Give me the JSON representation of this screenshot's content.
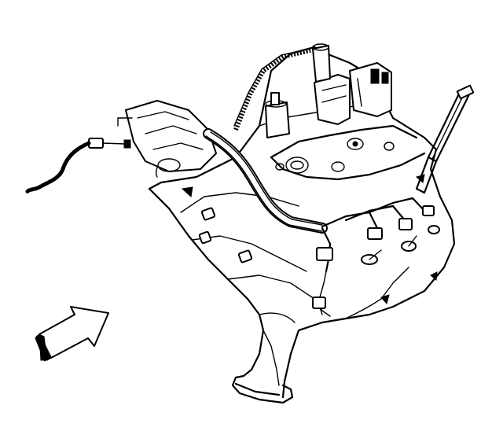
{
  "diagram": {
    "background": "#ffffff",
    "line_color": "#000000",
    "parts": [
      "engine-block",
      "intake-manifold",
      "exhaust-manifold",
      "spark-plug-wire-harness",
      "distributor-cap",
      "ignition-coil-module",
      "oil-fill-tube",
      "dipstick-tube",
      "sensor-pigtail",
      "view-direction-arrow"
    ]
  }
}
